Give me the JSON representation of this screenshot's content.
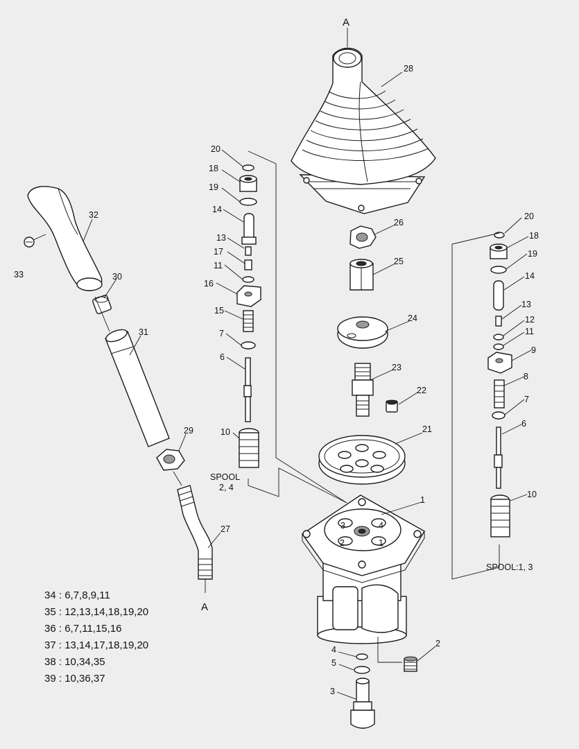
{
  "section_marks": {
    "top": "A",
    "bottom": "A"
  },
  "part_numbers": {
    "p1": "1",
    "p2": "2",
    "p3": "3",
    "p4": "4",
    "p5": "5",
    "p6": "6",
    "p7": "7",
    "p8": "8",
    "p9": "9",
    "p10": "10",
    "p11": "11",
    "p12": "12",
    "p13": "13",
    "p14": "14",
    "p15": "15",
    "p16": "16",
    "p17": "17",
    "p18": "18",
    "p19": "19",
    "p20": "20",
    "p21": "21",
    "p22": "22",
    "p23": "23",
    "p24": "24",
    "p25": "25",
    "p26": "26",
    "p27": "27",
    "p28": "28",
    "p29": "29",
    "p30": "30",
    "p31": "31",
    "p32": "32",
    "p33": "33"
  },
  "port_numbers": {
    "n1": "1",
    "n2": "2",
    "n3": "3",
    "n4": "4"
  },
  "spool_labels": {
    "left_line1": "SPOOL",
    "left_line2": "2, 4",
    "right": "SPOOL:1, 3"
  },
  "kits": [
    {
      "no": "34",
      "parts": "6,7,8,9,11"
    },
    {
      "no": "35",
      "parts": "12,13,14,18,19,20"
    },
    {
      "no": "36",
      "parts": "6,7,11,15,16"
    },
    {
      "no": "37",
      "parts": "13,14,17,18,19,20"
    },
    {
      "no": "38",
      "parts": "10,34,35"
    },
    {
      "no": "39",
      "parts": "10,36,37"
    }
  ]
}
